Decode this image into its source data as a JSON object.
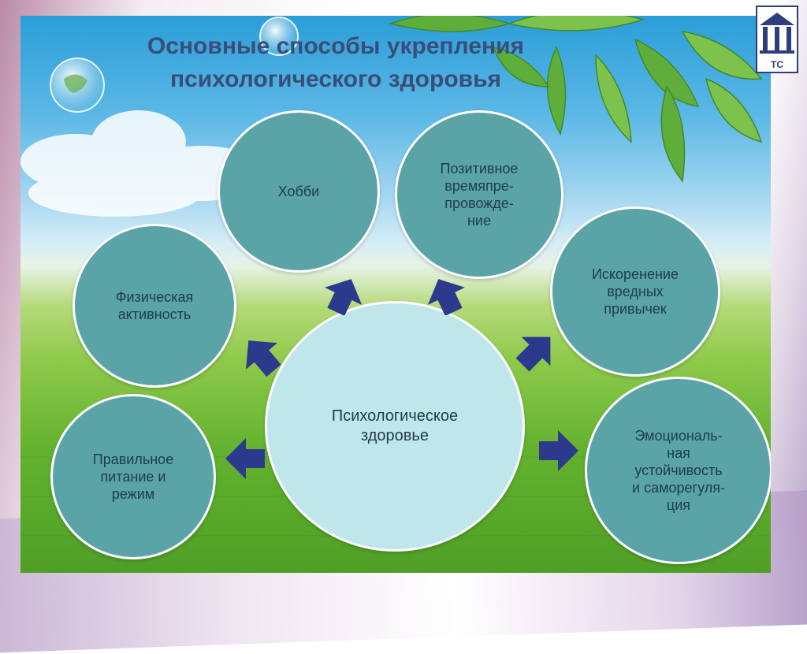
{
  "title": "Основные способы укрепления\nпсихологического здоровья",
  "center_node": "Психологическое\nздоровье",
  "nodes": [
    "Хобби",
    "Позитивное\nвремяпре-\nпровожде-\nние",
    "Физическая\nактивность",
    "Искоренение\nвредных\nпривычек",
    "Правильное\nпитание и\nрежим",
    "Эмоциональ-\nная\nустойчивость\nи саморегуля-\nция"
  ],
  "colors": {
    "node_fill": "#5aa3a6",
    "center_fill": "#bfe6ea",
    "arrow": "#2c3a8e",
    "title": "#3a4d78"
  },
  "logo": {
    "text": "ТС",
    "icon": "university-emblem-icon"
  }
}
